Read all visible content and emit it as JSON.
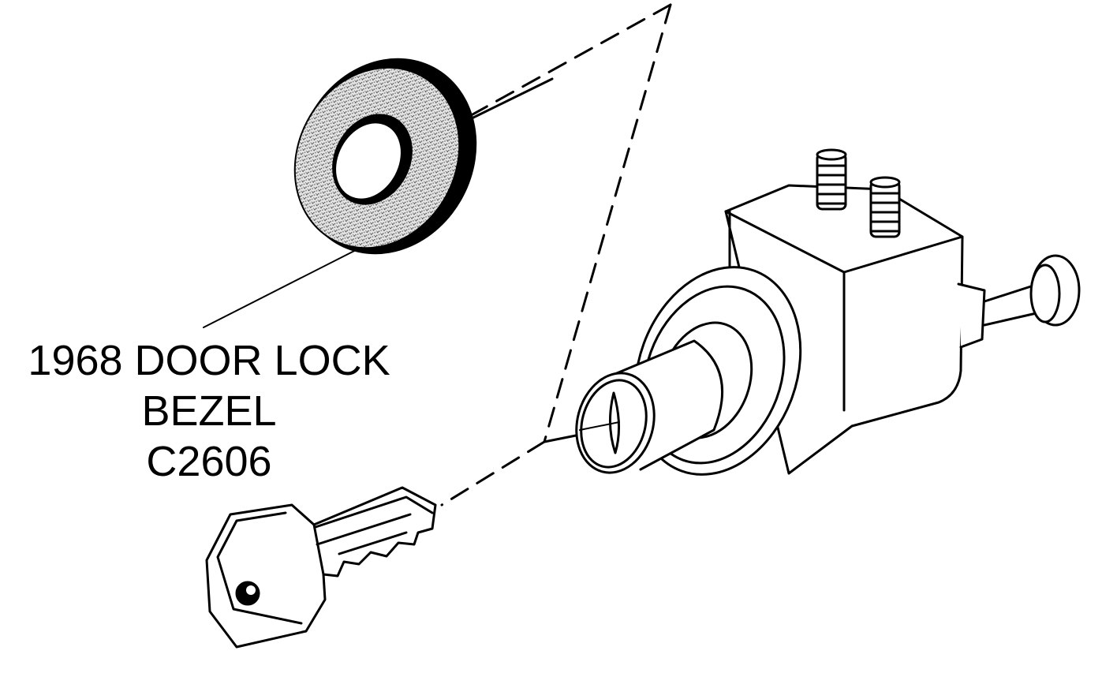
{
  "label": {
    "line1": "1968 DOOR LOCK",
    "line2": "BEZEL",
    "line3": "C2606"
  },
  "colors": {
    "ink": "#000000",
    "paper": "#ffffff",
    "bezel_texture": "#9a9a9a"
  }
}
